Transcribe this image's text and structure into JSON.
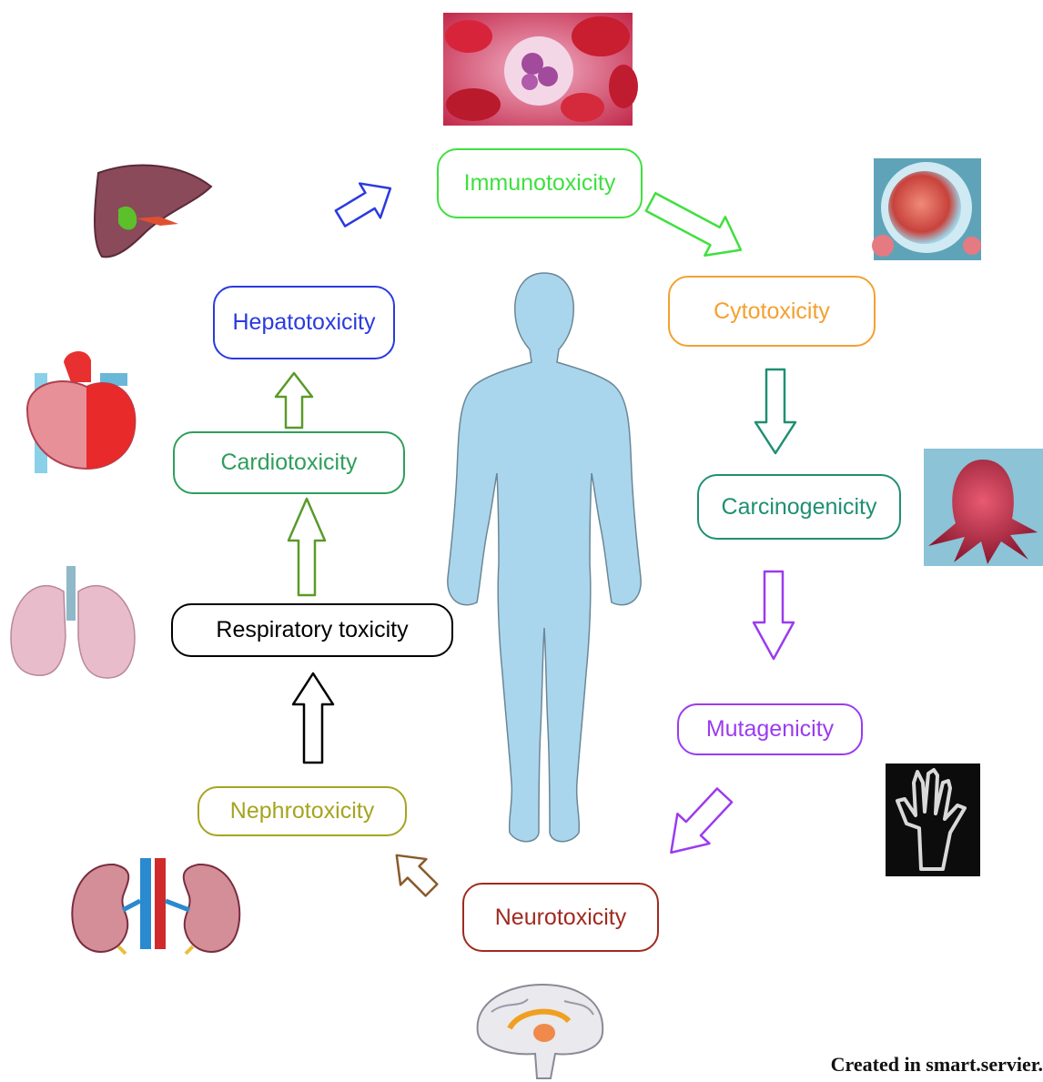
{
  "nodes": {
    "immunotoxicity": {
      "label": "Immunotoxicity",
      "color": "#3fe03f"
    },
    "cytotoxicity": {
      "label": "Cytotoxicity",
      "color": "#f5a030"
    },
    "carcinogenicity": {
      "label": "Carcinogenicity",
      "color": "#1f8f72"
    },
    "mutagenicity": {
      "label": "Mutagenicity",
      "color": "#9b3bf0"
    },
    "neurotoxicity": {
      "label": "Neurotoxicity",
      "color": "#a02a1f"
    },
    "nephrotoxicity": {
      "label": "Nephrotoxicity",
      "color": "#a6a420"
    },
    "respiratory": {
      "label": "Respiratory toxicity",
      "color": "#000000"
    },
    "cardiotoxicity": {
      "label": "Cardiotoxicity",
      "color": "#2e9e5c"
    },
    "hepatotoxicity": {
      "label": "Hepatotoxicity",
      "color": "#2a3ae0"
    }
  },
  "icons": [
    "immune-cell-image",
    "cell-image",
    "tumor-image",
    "hand-xray-image",
    "brain-image",
    "kidney-image",
    "lungs-image",
    "heart-image",
    "liver-image",
    "human-body-silhouette"
  ],
  "credit": "Created in smart.servier."
}
